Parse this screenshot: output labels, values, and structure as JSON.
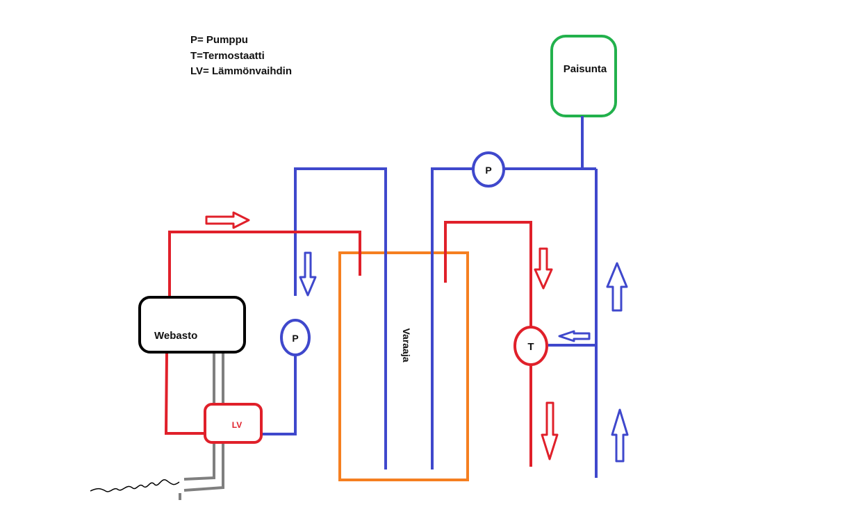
{
  "legend": {
    "pump": "P= Pumppu",
    "thermostat": "T=Termostaatti",
    "heat_exchanger": "LV= Lämmönvaihdin"
  },
  "components": {
    "webasto": "Webasto",
    "heat_exchanger": "LV",
    "tank": "Varaaja",
    "expansion": "Paisunta",
    "pump_left": "P",
    "pump_top": "P",
    "thermostat": "T"
  },
  "colors": {
    "hot_pipe": "#e0202a",
    "cold_pipe": "#3f48cc",
    "tank_outline": "#f57f20",
    "expansion_outline": "#22b14c",
    "webasto_outline": "#000000",
    "drain_pipe": "#7f7f7f"
  }
}
